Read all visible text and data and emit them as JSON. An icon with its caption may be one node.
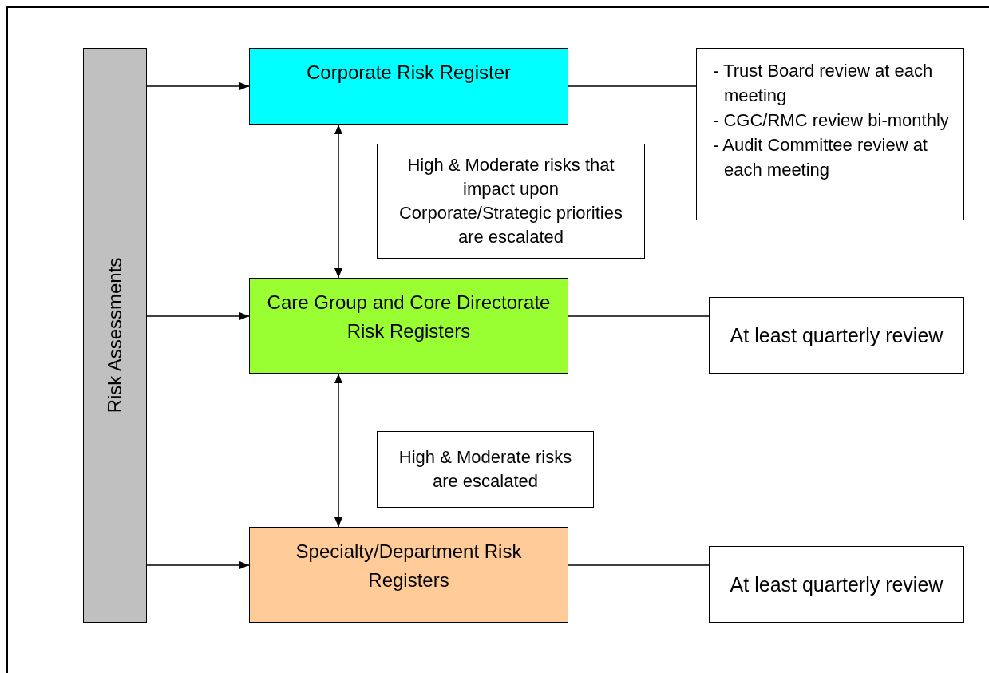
{
  "diagram": {
    "nodes": [
      {
        "text": [
          "Risk Assessments"
        ]
      },
      {
        "text": [
          "Corporate Risk Register"
        ]
      },
      {
        "text": [
          "- Trust Board review at each meeting",
          "- CGC/RMC review bi-monthly",
          "- Audit Committee review at each meeting"
        ]
      },
      {
        "text": [
          "High & Moderate risks that impact upon Corporate/Strategic priorities are escalated"
        ]
      },
      {
        "text": [
          "Care Group and Core Directorate Risk Registers"
        ]
      },
      {
        "text": [
          "At least quarterly review"
        ]
      },
      {
        "text": [
          "High & Moderate risks are escalated"
        ]
      },
      {
        "text": [
          "Specialty/Department Risk Registers"
        ]
      },
      {
        "text": [
          "At least quarterly review"
        ]
      }
    ],
    "edges": [
      {
        "from": 0,
        "to": 1,
        "arrow": "to"
      },
      {
        "from": 0,
        "to": 4,
        "arrow": "to"
      },
      {
        "from": 0,
        "to": 7,
        "arrow": "to"
      },
      {
        "from": 1,
        "to": 2,
        "arrow": "none"
      },
      {
        "from": 1,
        "to": 4,
        "arrow": "both"
      },
      {
        "from": 4,
        "to": 5,
        "arrow": "none"
      },
      {
        "from": 4,
        "to": 7,
        "arrow": "both"
      },
      {
        "from": 7,
        "to": 8,
        "arrow": "none"
      }
    ]
  }
}
